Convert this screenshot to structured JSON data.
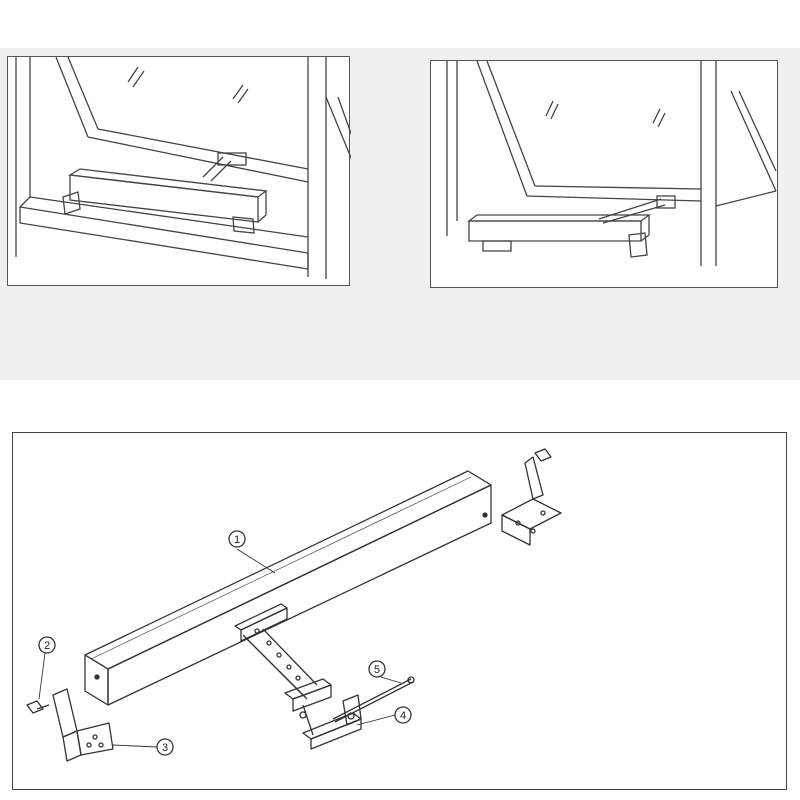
{
  "callouts": [
    {
      "label": "1"
    },
    {
      "label": "2"
    },
    {
      "label": "3"
    },
    {
      "label": "4"
    },
    {
      "label": "5"
    }
  ],
  "colors": {
    "line": "#444444",
    "band": "#f0f0f0",
    "panel": "#ffffff"
  }
}
